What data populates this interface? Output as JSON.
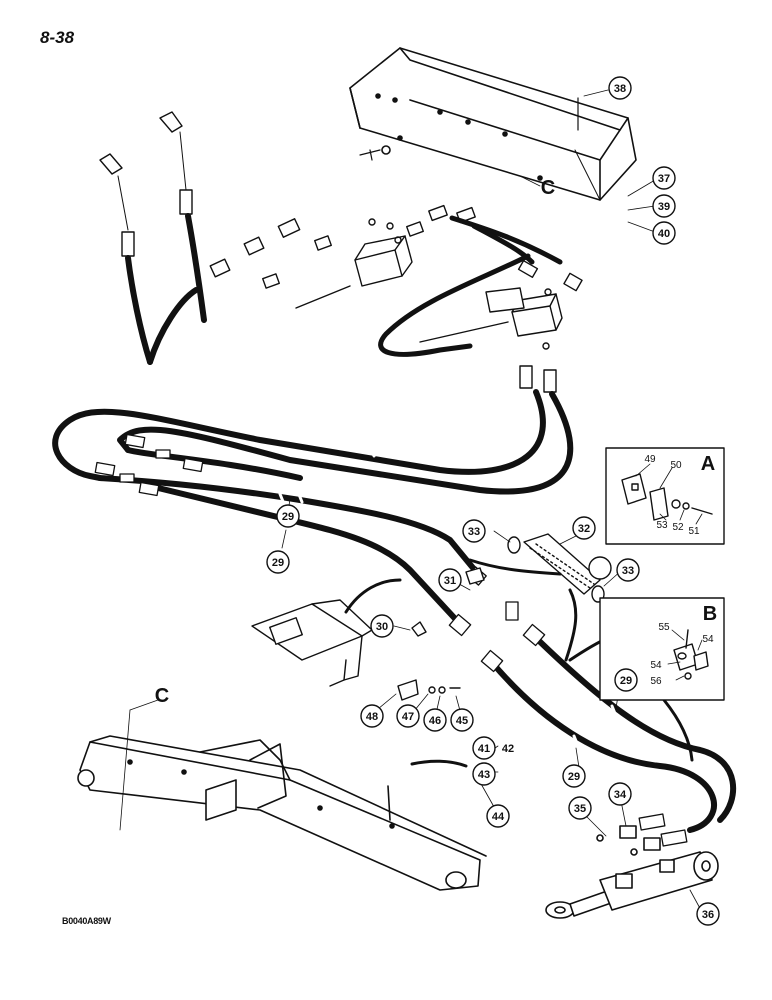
{
  "page_number": "8-38",
  "figure_code": "B0040A89W",
  "view_labels": {
    "detail_a": "A",
    "detail_b": "B",
    "ref_c_top": "C",
    "ref_c_bottom": "C"
  },
  "callouts": {
    "c29a": "29",
    "c29b": "29",
    "c29c": "29",
    "c29d": "29",
    "c30": "30",
    "c31": "31",
    "c32": "32",
    "c33a": "33",
    "c33b": "33",
    "c34": "34",
    "c35": "35",
    "c36": "36",
    "c37": "37",
    "c38": "38",
    "c39": "39",
    "c40": "40",
    "c41": "41",
    "c42": "42",
    "c43": "43",
    "c44": "44",
    "c45": "45",
    "c46": "46",
    "c47": "47",
    "c48": "48"
  },
  "detail_a_labels": {
    "l49": "49",
    "l50": "50",
    "l51": "51",
    "l52": "52",
    "l53": "53"
  },
  "detail_b_labels": {
    "l54a": "54",
    "l54b": "54",
    "l55": "55",
    "l56": "56"
  }
}
